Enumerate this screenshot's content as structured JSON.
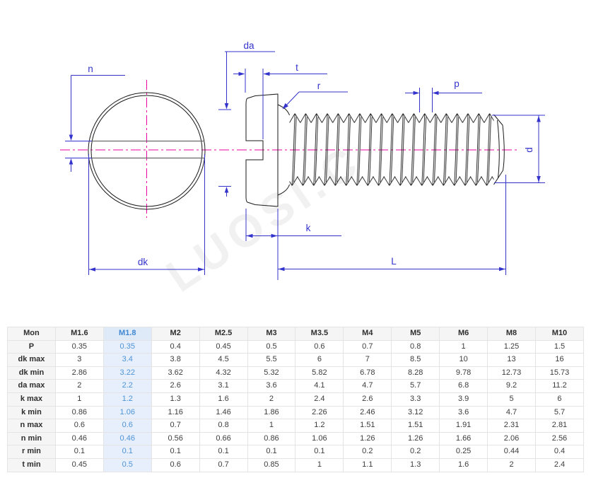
{
  "drawing": {
    "labels": {
      "n": "n",
      "dk": "dk",
      "da": "da",
      "t": "t",
      "r": "r",
      "p": "p",
      "d": "d",
      "k": "k",
      "L": "L"
    },
    "watermark": "LUOSI.C",
    "colors": {
      "dimension": "#3433cc",
      "centerline": "#e800a0",
      "outline": "#1a1a1a",
      "slot_line": "#6a6a6a"
    }
  },
  "table": {
    "header": [
      "Mon",
      "M1.6",
      "M1.8",
      "M2",
      "M2.5",
      "M3",
      "M3.5",
      "M4",
      "M5",
      "M6",
      "M8",
      "M10"
    ],
    "highlight_column": "M1.8",
    "rows": [
      {
        "label": "P",
        "values": [
          "0.35",
          "0.35",
          "0.4",
          "0.45",
          "0.5",
          "0.6",
          "0.7",
          "0.8",
          "1",
          "1.25",
          "1.5"
        ]
      },
      {
        "label": "dk max",
        "values": [
          "3",
          "3.4",
          "3.8",
          "4.5",
          "5.5",
          "6",
          "7",
          "8.5",
          "10",
          "13",
          "16"
        ]
      },
      {
        "label": "dk min",
        "values": [
          "2.86",
          "3.22",
          "3.62",
          "4.32",
          "5.32",
          "5.82",
          "6.78",
          "8.28",
          "9.78",
          "12.73",
          "15.73"
        ]
      },
      {
        "label": "da max",
        "values": [
          "2",
          "2.2",
          "2.6",
          "3.1",
          "3.6",
          "4.1",
          "4.7",
          "5.7",
          "6.8",
          "9.2",
          "11.2"
        ]
      },
      {
        "label": "k max",
        "values": [
          "1",
          "1.2",
          "1.3",
          "1.6",
          "2",
          "2.4",
          "2.6",
          "3.3",
          "3.9",
          "5",
          "6"
        ]
      },
      {
        "label": "k min",
        "values": [
          "0.86",
          "1.06",
          "1.16",
          "1.46",
          "1.86",
          "2.26",
          "2.46",
          "3.12",
          "3.6",
          "4.7",
          "5.7"
        ]
      },
      {
        "label": "n max",
        "values": [
          "0.6",
          "0.6",
          "0.7",
          "0.8",
          "1",
          "1.2",
          "1.51",
          "1.51",
          "1.91",
          "2.31",
          "2.81"
        ]
      },
      {
        "label": "n min",
        "values": [
          "0.46",
          "0.46",
          "0.56",
          "0.66",
          "0.86",
          "1.06",
          "1.26",
          "1.26",
          "1.66",
          "2.06",
          "2.56"
        ]
      },
      {
        "label": "r min",
        "values": [
          "0.1",
          "0.1",
          "0.1",
          "0.1",
          "0.1",
          "0.1",
          "0.2",
          "0.2",
          "0.25",
          "0.44",
          "0.4"
        ]
      },
      {
        "label": "t min",
        "values": [
          "0.45",
          "0.5",
          "0.6",
          "0.7",
          "0.85",
          "1",
          "1.1",
          "1.3",
          "1.6",
          "2",
          "2.4"
        ]
      }
    ],
    "colors": {
      "highlight_bg": "#e6effb",
      "highlight_text": "#4e94d8",
      "header_bg": "#f5f5f5"
    }
  }
}
